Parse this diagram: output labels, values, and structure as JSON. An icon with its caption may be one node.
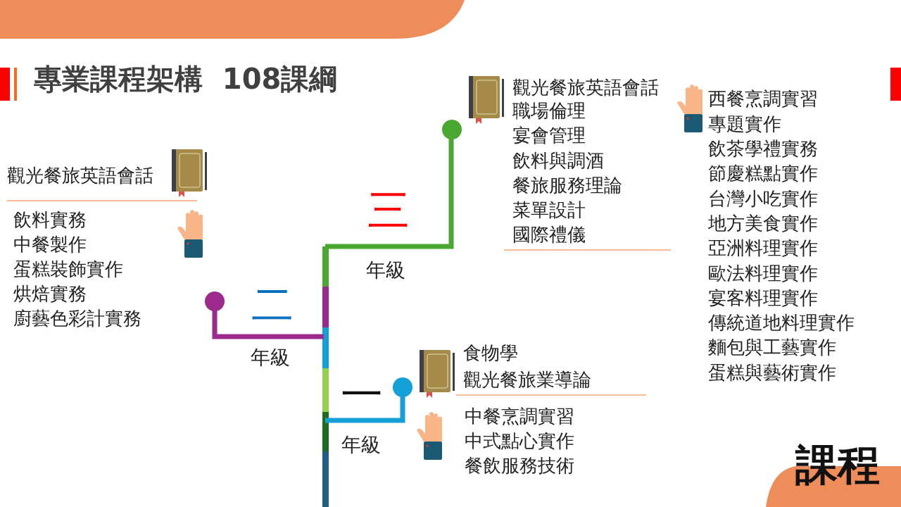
{
  "diagram": {
    "title": "專業課程架構  108課綱",
    "labels": [
      "觀光餐旅英語會話",
      "職場倫理",
      "宴會管理",
      "飲料與調酒",
      "餐旅服務理論",
      "菜單設計",
      "國際禮儀",
      "西餐烹調實習",
      "專題實作",
      "飲茶學禮實務",
      "節慶糕點實作",
      "台灣小吃實作",
      "地方美食實作",
      "亞洲料理實作",
      "歐法料理實作",
      "宴客料理實作",
      "傳統道地料理實作",
      "麵包與工藝實作",
      "蛋糕與藝術實作",
      "三",
      "年級",
      "觀光餐旅英語會話",
      "飲料實務",
      "中餐製作",
      "蛋糕裝飾實作",
      "烘焙實務",
      "廚藝色彩計實務",
      "二",
      "年級",
      "食物學",
      "觀光餐旅業導論",
      "一",
      "年級",
      "中餐烹調實習",
      "中式點心實作",
      "餐飲服務技術",
      "課程"
    ]
  }
}
